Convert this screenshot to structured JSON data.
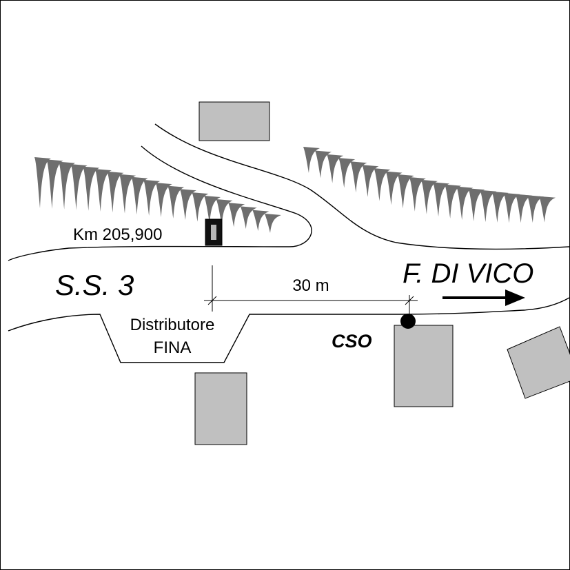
{
  "map": {
    "road_name": "S.S. 3",
    "km_marker": "Km 205,900",
    "distance_label": "30 m",
    "fuel_station": {
      "line1": "Distributore",
      "line2": "FINA"
    },
    "site_label": "CSO",
    "direction_label": "F. DI VICO"
  },
  "colors": {
    "building_fill": "#c0c0c0",
    "hachure_fill": "#6e6e6e",
    "ink": "#000000",
    "background": "#ffffff"
  },
  "icons": {
    "direction_arrow": "arrow-right-icon",
    "site_marker": "filled-circle-icon",
    "km_post": "kilometre-post-icon"
  }
}
